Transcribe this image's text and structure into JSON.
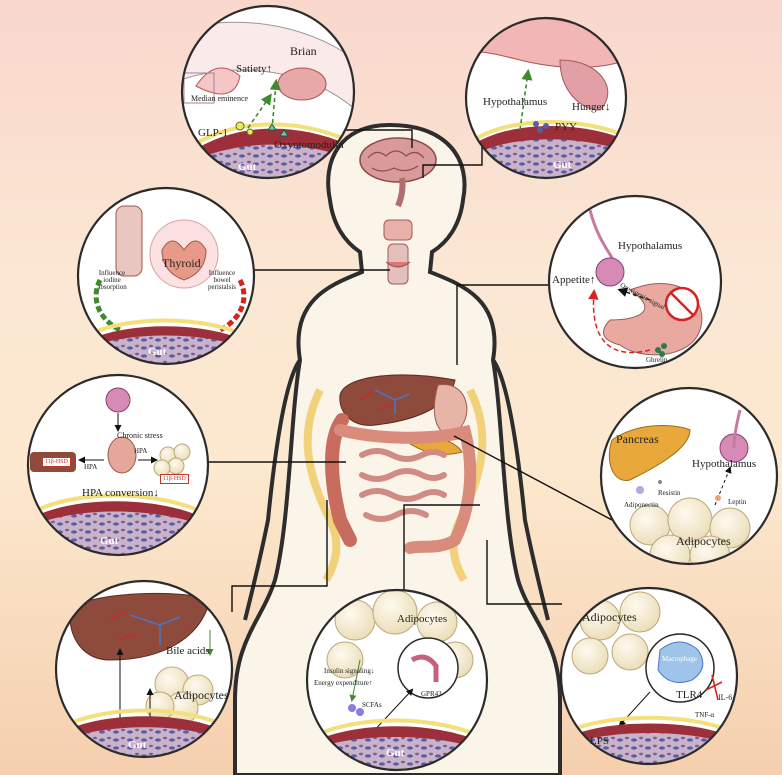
{
  "panels": {
    "brain": {
      "brain": "Brian",
      "satiety": "Satiety↑",
      "median": "Median eminence",
      "glp1": "GLP-1",
      "oxm": "Oxyntomodulin",
      "gut": "Gut"
    },
    "hypothalamus": {
      "hypo": "Hypothalamus",
      "hunger": "Hunger↓",
      "pyy": "PYY",
      "gut": "Gut"
    },
    "thyroid": {
      "thyroid": "Thyroid",
      "left": "Influence iodine absorption",
      "right": "Influence bowel peristalsis",
      "gut": "Gut"
    },
    "appetite": {
      "hypo": "Hypothalamus",
      "appetite": "Appetite↑",
      "orexigenic": "Orexigenic signal",
      "ghrelin": "Ghrelin"
    },
    "hpa": {
      "stress": "Chronic stress",
      "hsd_left": "11β-HSD",
      "hsd_right": "11β-HSD",
      "hpa1": "HPA",
      "hpa2": "HPA",
      "conversion": "HPA conversion↓",
      "gut": "Gut"
    },
    "pancreas": {
      "pancreas": "Pancreas",
      "hypo": "Hypothalamus",
      "resistin": "Resistin",
      "adiponectin": "Adiponectin",
      "leptin": "Leptin",
      "adipocytes": "Adipocytes"
    },
    "liver": {
      "bile": "Bile acids",
      "adipocytes": "Adipocytes",
      "gut": "Gut"
    },
    "scfa": {
      "adipocytes": "Adipocytes",
      "insulin": "Insulin signaling↓",
      "energy": "Energy expenditure↑",
      "gpr43": "GPR43",
      "scfas": "SCFAs",
      "gut": "Gut"
    },
    "inflammation": {
      "adipocytes": "Adipocytes",
      "macrophage": "Macrophage",
      "tlr4": "TLR4",
      "il6": "IL-6",
      "tnf": "TNF-α",
      "lps": "LPS"
    }
  },
  "colors": {
    "gut_wall": "#9c2f3a",
    "gut_lumen": "#f1d6c8",
    "circle_edge": "#2b2b2b",
    "arrow_green": "#3f8a2e",
    "arrow_red": "#d6231f",
    "liver": "#8e4a3b",
    "fat": "#f3e9c8"
  }
}
